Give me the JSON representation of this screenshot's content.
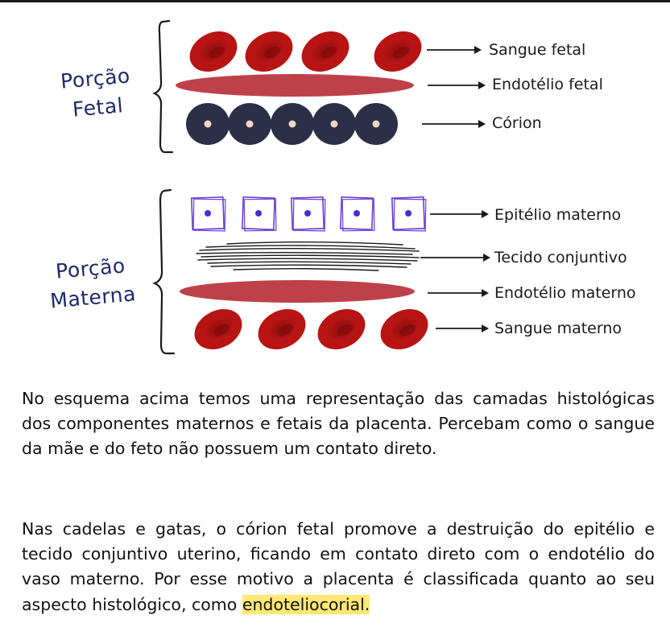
{
  "groups": {
    "fetal": {
      "label_line1": "Porção",
      "label_line2": "Fetal"
    },
    "materna": {
      "label_line1": "Porção",
      "label_line2": "Materna"
    }
  },
  "layers": {
    "sangue_fetal": "Sangue fetal",
    "endotelio_fetal": "Endotélio fetal",
    "corion": "Córion",
    "epitelio_materno": "Epitélio materno",
    "tecido_conjuntivo": "Tecido conjuntivo",
    "endotelio_materno": "Endotélio materno",
    "sangue_materno": "Sangue materno"
  },
  "text": {
    "paragraph1": "No esquema acima temos uma representação das camadas histológicas dos componentes maternos e fetais da placenta. Percebam como o sangue da mãe e do feto não possuem um contato direto.",
    "paragraph2_main": "Nas cadelas e gatas, o córion fetal promove a destruição do epitélio e tecido conjuntivo uterino, ficando em contato direto com o endotélio do vaso materno. Por esse motivo a placenta é classificada quanto ao seu aspecto histológico, como ",
    "paragraph2_highlight": "endoteliocorial."
  },
  "colors": {
    "red_cell": "#b81414",
    "red_cell_center": "#7a0a0a",
    "endothelium": "#be4149",
    "chorion_cell": "#2b3048",
    "chorion_nucleus": "#f2d6bf",
    "epithelium_border": "#6a3ad6",
    "epithelium_nucleus": "#4a2bd4",
    "group_label": "#1e2a6b",
    "highlight": "#ffe873"
  }
}
